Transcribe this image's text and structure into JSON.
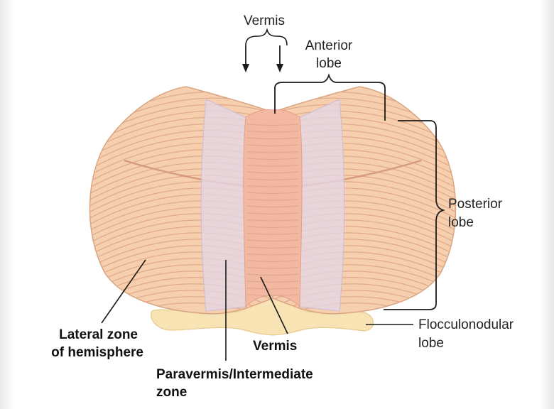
{
  "labels": {
    "vermis_top": "Vermis",
    "anterior_line1": "Anterior",
    "anterior_line2": "lobe",
    "posterior_line1": "Posterior",
    "posterior_line2": "lobe",
    "flocculo_line1": "Flocculonodular",
    "flocculo_line2": "lobe",
    "lateral_line1": "Lateral zone",
    "lateral_line2": "of hemisphere",
    "vermis_bottom": "Vermis",
    "paravermis_line1": "Paravermis/Intermediate",
    "paravermis_line2": "zone"
  },
  "colors": {
    "hemisphere_fill": "#f6cfae",
    "hemisphere_stroke": "#d9a582",
    "folia_line": "#dfa889",
    "vermis_fill": "#f2b8a2",
    "paravermis_fill": "#e3d6e4",
    "flocculonodular_fill": "#f8e3b4",
    "annotation_line": "#1a1a1a"
  }
}
